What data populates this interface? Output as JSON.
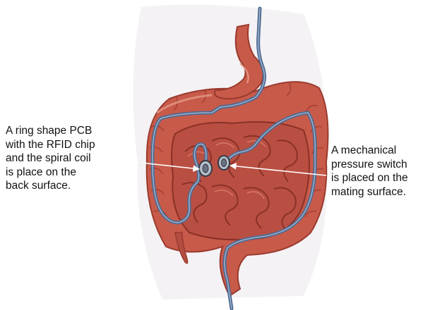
{
  "annotations": {
    "left": {
      "lines": [
        "A ring shape PCB",
        "with the RFID chip",
        "and the spiral coil",
        "is place on the",
        "back surface."
      ]
    },
    "right": {
      "lines": [
        "A mechanical",
        "pressure switch",
        "is placed on the",
        "mating surface."
      ]
    }
  },
  "colors": {
    "tissue": "#c85a4a",
    "tissue_dark": "#9a3a2e",
    "tissue_light": "#e59a86",
    "tube": "#4d6a93",
    "tube_light": "#9fb0c8",
    "background_tint": "#f4f2f4"
  }
}
